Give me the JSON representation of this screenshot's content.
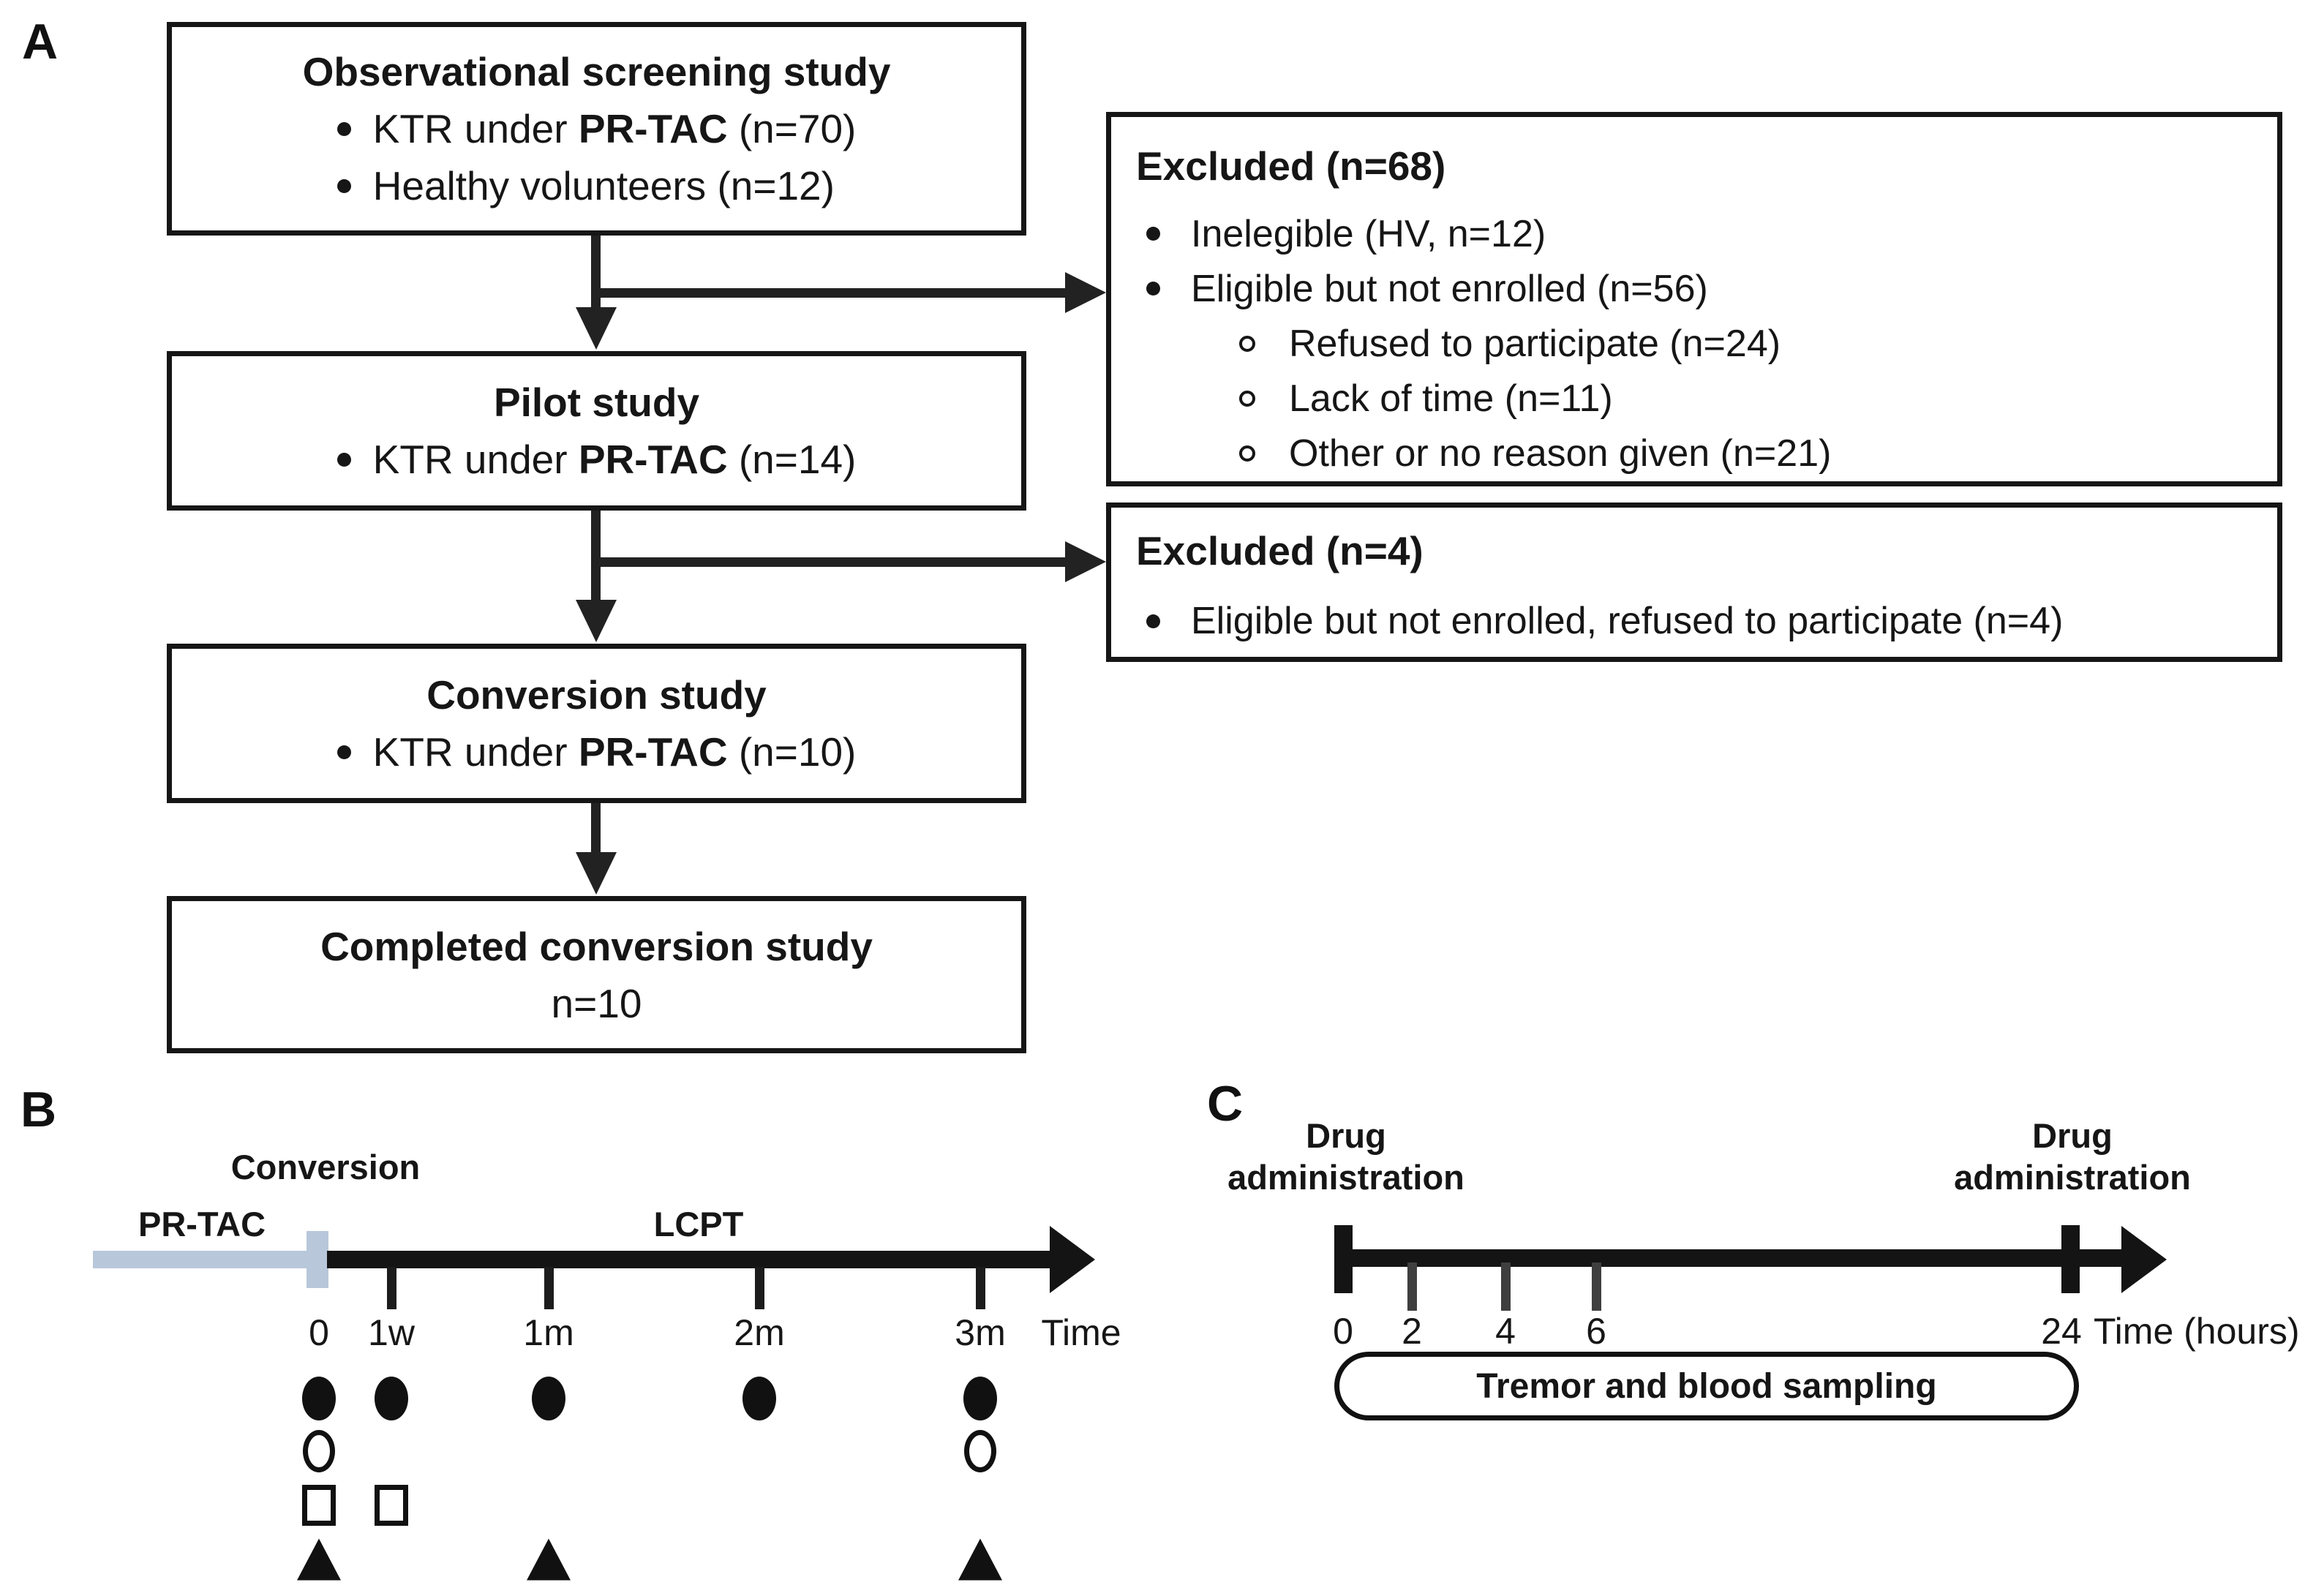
{
  "panel_a": {
    "label": "A",
    "flow_boxes": [
      {
        "title": "Observational screening study",
        "bullets": [
          {
            "pre": "KTR under ",
            "strong": "PR-TAC",
            "post": " (n=70)"
          },
          {
            "pre": "Healthy volunteers (n=12)",
            "strong": "",
            "post": ""
          }
        ]
      },
      {
        "title": "Pilot study",
        "bullets": [
          {
            "pre": "KTR under ",
            "strong": "PR-TAC",
            "post": " (n=14)"
          }
        ]
      },
      {
        "title": "Conversion study",
        "bullets": [
          {
            "pre": "KTR under ",
            "strong": "PR-TAC",
            "post": " (n=10)"
          }
        ]
      },
      {
        "title": "Completed conversion study",
        "subtitle": "n=10"
      }
    ],
    "excluded_boxes": [
      {
        "title": "Excluded (n=68)",
        "items": [
          {
            "level": 1,
            "text": "Inelegible (HV, n=12)"
          },
          {
            "level": 1,
            "text": "Eligible but not enrolled (n=56)"
          },
          {
            "level": 2,
            "text": "Refused to participate (n=24)"
          },
          {
            "level": 2,
            "text": "Lack of time (n=11)"
          },
          {
            "level": 2,
            "text": "Other or no reason given (n=21)"
          }
        ]
      },
      {
        "title": "Excluded (n=4)",
        "items": [
          {
            "level": 1,
            "text": "Eligible but not enrolled, refused to participate (n=4)"
          }
        ]
      }
    ]
  },
  "panel_b": {
    "label": "B",
    "conversion_label": "Conversion",
    "segment_labels": {
      "before": "PR-TAC",
      "after": "LCPT"
    },
    "axis": {
      "tick_labels": [
        "0",
        "1w",
        "1m",
        "2m",
        "3m"
      ],
      "tick_x": [
        436,
        535,
        750,
        1038,
        1340
      ],
      "time_label": "Time"
    },
    "symbol_rows": [
      {
        "shape": "filled-circle",
        "present_at": [
          "0",
          "1w",
          "1m",
          "2m",
          "3m"
        ]
      },
      {
        "shape": "open-circle",
        "present_at": [
          "0",
          "3m"
        ]
      },
      {
        "shape": "open-square",
        "present_at": [
          "0",
          "1w"
        ]
      },
      {
        "shape": "filled-triangle",
        "present_at": [
          "0",
          "1m",
          "3m"
        ]
      }
    ],
    "colors": {
      "pr_tac_segment": "#b8c7da",
      "lcpt_segment": "#141414"
    }
  },
  "panel_c": {
    "label": "C",
    "admin_left": {
      "line1": "Drug",
      "line2": "administration"
    },
    "admin_right": {
      "line1": "Drug",
      "line2": "administration"
    },
    "axis": {
      "tick_labels": [
        "0",
        "2",
        "4",
        "6",
        "24"
      ],
      "tick_x": [
        1836,
        1930,
        2058,
        2182,
        2818
      ],
      "time_label": "Time (hours)"
    },
    "sampling_box_label": "Tremor and blood sampling"
  }
}
